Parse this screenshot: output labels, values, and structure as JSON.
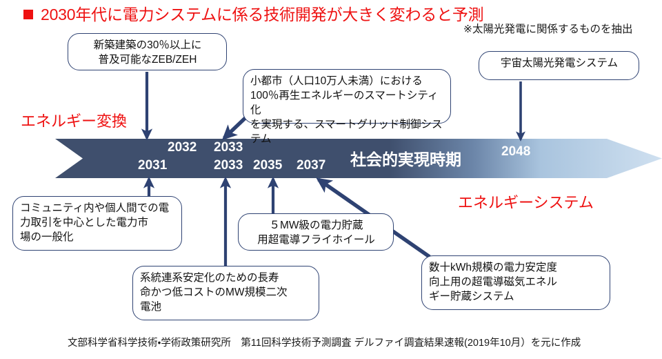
{
  "slide": {
    "title": "2030年代に電力システムに係る技術開発が大きく変わると予測",
    "note": "※太陽光発電に関係するものを抽出",
    "footer": "文部科学省科学技術・学術政策研究所　第11回科学技術予測調査  デルファイ調査結果速報(2019年10月）を元に作成",
    "bullet_icon": "red-square-bullet",
    "colors": {
      "title_red": "#ee1111",
      "band_dark": "#3f4f6d",
      "band_light": "#cfe0f0",
      "callout_border": "#2e4272",
      "arrow_navy": "#2e4272",
      "text_dark": "#111111"
    }
  },
  "captions": {
    "energy_conversion": "エネルギー変換",
    "energy_system": "エネルギーシステム"
  },
  "timeline": {
    "band_label": "社会的実現時期",
    "years_top": [
      "2032",
      "2033"
    ],
    "years_bottom": [
      "2031",
      "2033",
      "2035",
      "2037"
    ],
    "year_right": "2048",
    "all_years": [
      "2031",
      "2032",
      "2033",
      "2033",
      "2035",
      "2037",
      "2048"
    ]
  },
  "callouts": {
    "zeb": {
      "line1": "新築建築の30％以上に",
      "line2": "普及可能なZEB/ZEH",
      "year": "2032",
      "position": "above"
    },
    "smart_grid": {
      "line1": "小都市（人口10万人未満）における",
      "line2": "100％再生エネルギーのスマートシティ化",
      "line3": "を実現する、スマートグリッド制御システム",
      "year": "2033",
      "position": "above"
    },
    "space_solar": {
      "line1": "宇宙太陽光発電システム",
      "year": "2048",
      "position": "above"
    },
    "power_market": {
      "line1": "コミュニティ内や個人間での電",
      "line2": "力取引を中心とした電力市",
      "line3": "場の一般化",
      "year": "2031",
      "position": "below"
    },
    "flywheel": {
      "line1": "５MW級の電力貯蔵",
      "line2": "用超電導フライホイール",
      "year": "2035",
      "position": "below"
    },
    "battery": {
      "line1": "系統連系安定化のための長寿",
      "line2": "命かつ低コストのMW規模二次",
      "line3": "電池",
      "year": "2033",
      "position": "below"
    },
    "smes": {
      "line1": "数十kWh規模の電力安定度",
      "line2": "向上用の超電導磁気エネル",
      "line3": "ギー貯蔵システム",
      "year": "2037",
      "position": "below"
    }
  }
}
